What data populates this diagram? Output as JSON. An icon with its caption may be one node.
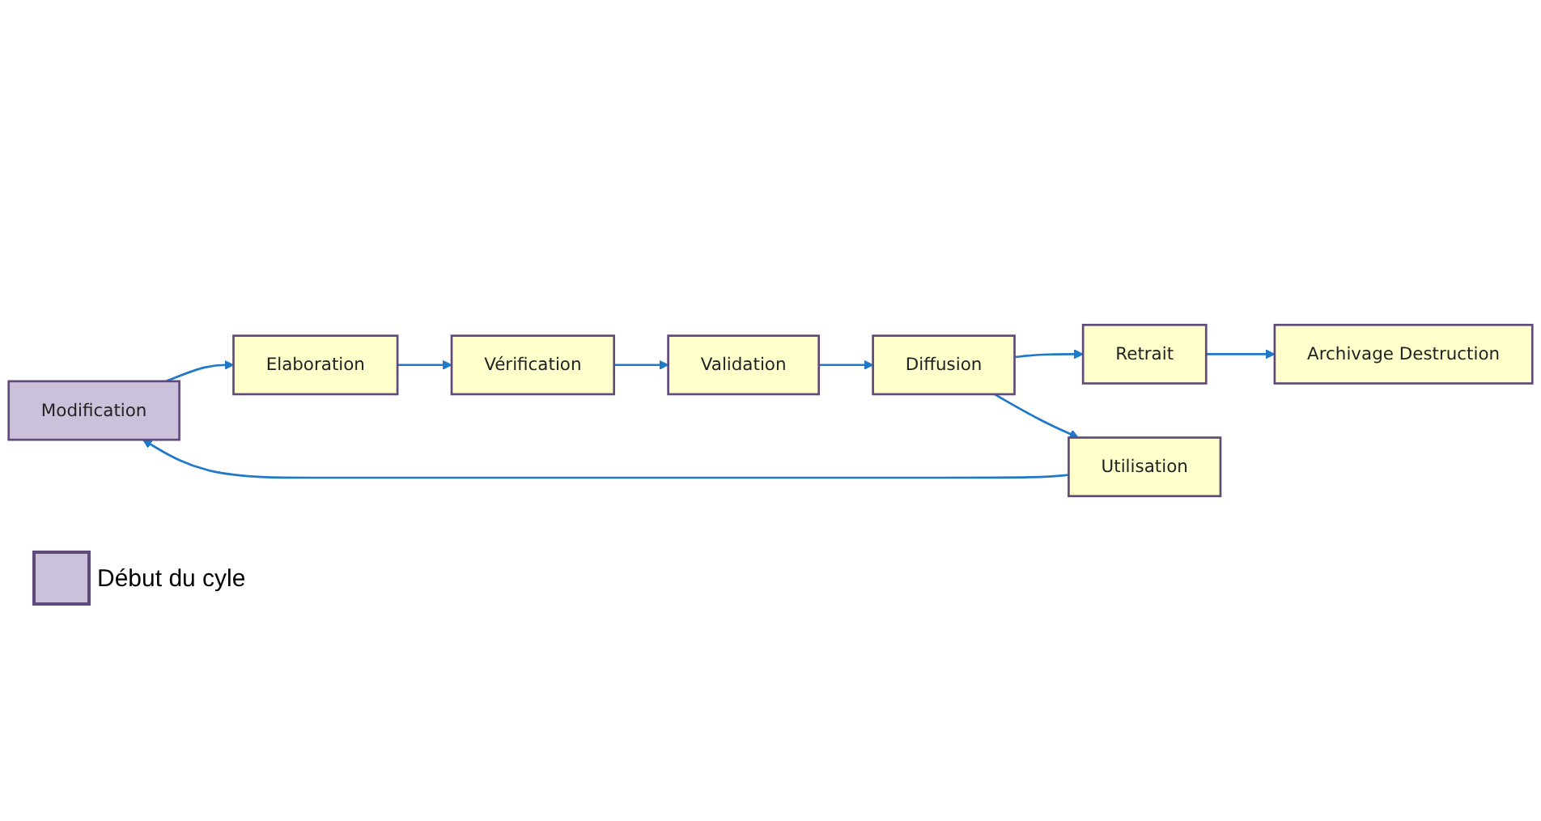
{
  "diagram": {
    "nodes": [
      {
        "text": [
          "Modification"
        ]
      },
      {
        "text": [
          "Utilisation"
        ]
      },
      {
        "text": [
          "Elaboration"
        ]
      },
      {
        "text": [
          "Vérification"
        ]
      },
      {
        "text": [
          "Validation"
        ]
      },
      {
        "text": [
          "Diffusion"
        ]
      },
      {
        "text": [
          "Retrait"
        ]
      },
      {
        "text": [
          "Archivage Destruction"
        ]
      }
    ],
    "edges": [
      {
        "from": 1,
        "to": 0,
        "arrow": "to"
      },
      {
        "from": 0,
        "to": 2,
        "arrow": "to"
      },
      {
        "from": 2,
        "to": 3,
        "arrow": "to"
      },
      {
        "from": 3,
        "to": 4,
        "arrow": "to"
      },
      {
        "from": 4,
        "to": 5,
        "arrow": "to"
      },
      {
        "from": 5,
        "to": 6,
        "arrow": "to"
      },
      {
        "from": 6,
        "to": 7,
        "arrow": "to"
      },
      {
        "from": 5,
        "to": 1,
        "arrow": "to"
      }
    ],
    "legend": [
      {
        "text": "Début du cyle",
        "color": "#ccc1da"
      }
    ]
  }
}
